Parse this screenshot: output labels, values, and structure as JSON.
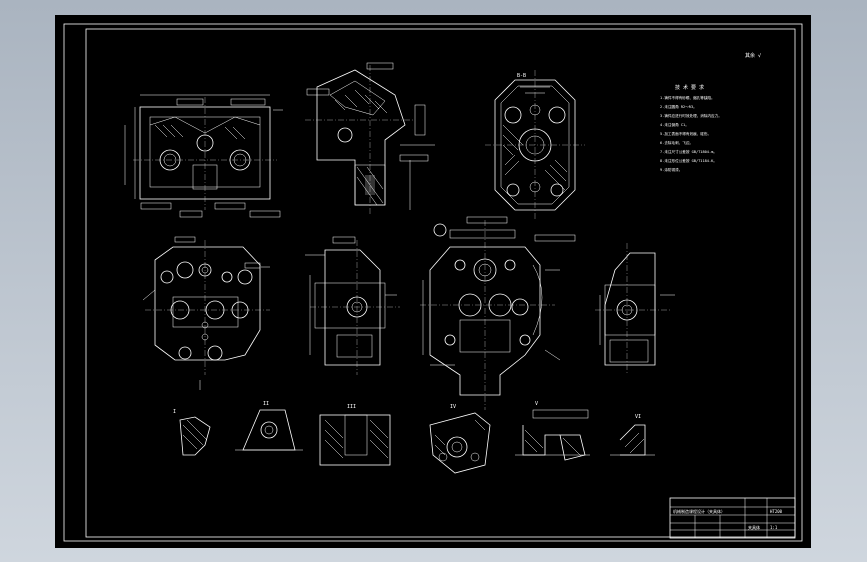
{
  "drawing": {
    "roughness_mark": "其余 √",
    "tech_req_title": "技 术 要 求",
    "tech_notes": [
      "1.铸件不得有砂眼、缩孔等缺陷。",
      "2.未注圆角 R2～R3。",
      "3.铸件应进行时效处理，消除内应力。",
      "4.未注倒角 C1。",
      "5.加工表面不得有划痕、碰伤。",
      "6.去除毛刺、飞边。",
      "7.未注尺寸公差按 GB/T1804-m。",
      "8.未注形位公差按 GB/T1184-K。",
      "9.涂防锈漆。"
    ],
    "title_block": {
      "drawing_title": "机械制造课程设计（夹具体）",
      "part_name": "夹具体",
      "material": "HT200",
      "scale": "1:1"
    }
  }
}
